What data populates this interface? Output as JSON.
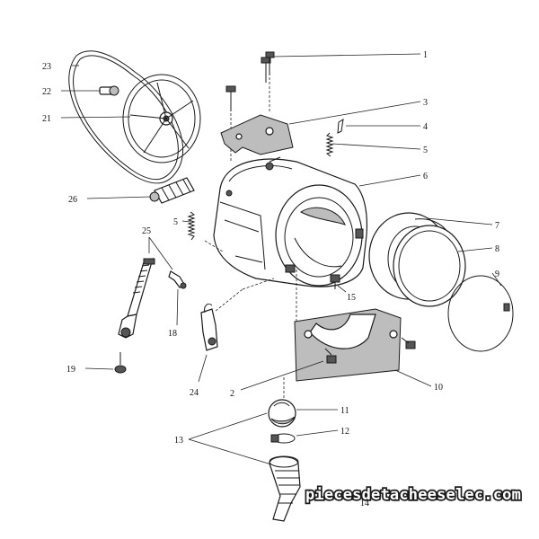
{
  "diagram": {
    "callouts": [
      {
        "id": "1",
        "text": "1"
      },
      {
        "id": "2",
        "text": "2"
      },
      {
        "id": "3",
        "text": "3"
      },
      {
        "id": "4",
        "text": "4"
      },
      {
        "id": "5a",
        "text": "5"
      },
      {
        "id": "5b",
        "text": "5"
      },
      {
        "id": "6",
        "text": "6"
      },
      {
        "id": "7",
        "text": "7"
      },
      {
        "id": "8",
        "text": "8"
      },
      {
        "id": "9",
        "text": "9"
      },
      {
        "id": "10",
        "text": "10"
      },
      {
        "id": "11",
        "text": "11"
      },
      {
        "id": "12",
        "text": "12"
      },
      {
        "id": "13",
        "text": "13"
      },
      {
        "id": "14",
        "text": "14"
      },
      {
        "id": "15",
        "text": "15"
      },
      {
        "id": "18",
        "text": "18"
      },
      {
        "id": "19",
        "text": "19"
      },
      {
        "id": "21",
        "text": "21"
      },
      {
        "id": "22",
        "text": "22"
      },
      {
        "id": "23",
        "text": "23"
      },
      {
        "id": "24",
        "text": "24"
      },
      {
        "id": "25",
        "text": "25"
      },
      {
        "id": "26",
        "text": "26"
      }
    ],
    "watermark": "piecesdetacheeselec.com",
    "colors": {
      "line": "#1a1a1a",
      "shade": "#bdbdbd",
      "background": "#ffffff"
    }
  }
}
